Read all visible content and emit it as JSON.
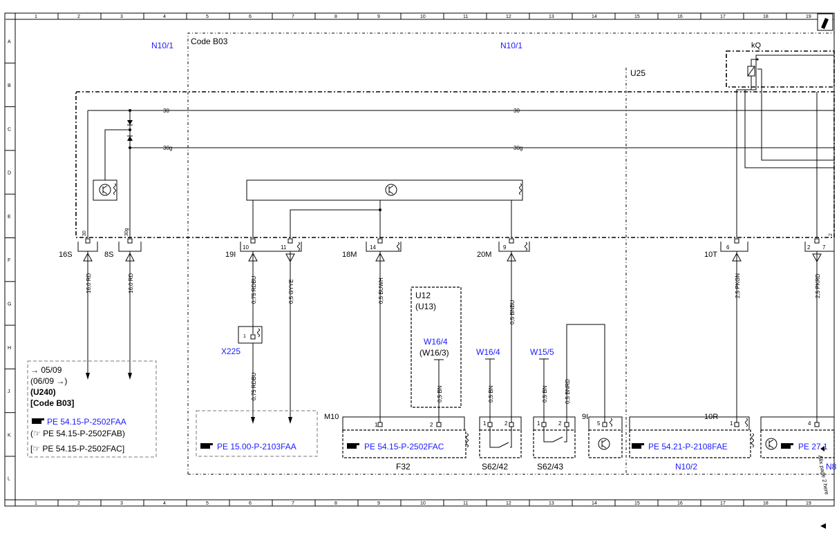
{
  "grid": {
    "columns": [
      "1",
      "2",
      "3",
      "4",
      "5",
      "6",
      "7",
      "8",
      "9",
      "10",
      "11",
      "12",
      "13",
      "14",
      "15",
      "16",
      "17",
      "18",
      "19"
    ],
    "rows": [
      "A",
      "B",
      "C",
      "D",
      "E",
      "F",
      "G",
      "H",
      "J",
      "K",
      "L"
    ]
  },
  "labels": {
    "n10_1_left": "N10/1",
    "code_b03": "Code B03",
    "n10_1_center": "N10/1",
    "u25": "U25",
    "kq": "kQ",
    "bus_30_left": "30",
    "bus_30_right": "30",
    "bus_30g_left": "30g",
    "bus_30g_right": "30g",
    "pin_30": "30",
    "pin_30g": "30g",
    "pin_10": "10",
    "pin_11": "11",
    "pin_14": "14",
    "pin_9": "9",
    "pin_6": "6",
    "pin_2": "2",
    "pin_7": "7",
    "pin_1": "1",
    "pin_2b": "2",
    "pin_5": "5",
    "pin_4": "4",
    "conn_16s": "16S",
    "conn_8s": "8S",
    "conn_19i": "19I",
    "conn_18m": "18M",
    "conn_20m": "20M",
    "conn_10t": "10T",
    "conn_m10": "M10",
    "conn_9i": "9I",
    "conn_10r": "10R",
    "wire_16rd_a": "16,0 RD",
    "wire_16rd_b": "16,0 RD",
    "wire_075rdbu_a": "0,75 RDBU",
    "wire_075rdbu_b": "0,75 RDBU",
    "wire_05gyye": "0,5 GYYE",
    "wire_05buwh": "0,5 BUWH",
    "wire_05bnbu": "0,5 BNBU",
    "wire_25pkgn": "2,5 PKGN",
    "wire_25pkrd": "2,5 PKRD",
    "wire_05bn_a": "0,5 BN",
    "wire_05bn_b": "0,5 BN",
    "wire_05bn_c": "0,5 BN",
    "wire_05bnrd": "0,5 BNRD",
    "u12": "U12",
    "u13": "(U13)",
    "w16_4_a": "W16/4",
    "w16_3": "(W16/3)",
    "w16_4_b": "W16/4",
    "w15_5": "W15/5",
    "x225": "X225",
    "f32": "F32",
    "s62_42": "S62/42",
    "s62_43": "S62/43",
    "n10_2": "N10/2",
    "n8_partial": "N8"
  },
  "notes": {
    "box_line1": "→ 05/09",
    "box_line2": "(06/09 →)",
    "box_line3": "(U240)",
    "box_line4": "[Code B03]",
    "ref_1": "PE 54.15-P-2502FAA",
    "ref_2": "(☞ PE 54.15-P-2502FAB)",
    "ref_3": "[☞ PE 54.15-P-2502FAC]",
    "ref_4": "PE 15.00-P-2103FAA",
    "ref_5": "PE 54.15-P-2502FAC",
    "ref_6": "PE 54.21-P-2108FAE",
    "ref_7": "PE 27.1",
    "side_text": "Alix page 2 here"
  },
  "colors": {
    "link": "#1a1aff",
    "ink": "#000000"
  },
  "icons": [
    "pointing-hand-icon",
    "transistor-icon",
    "pencil-icon"
  ]
}
